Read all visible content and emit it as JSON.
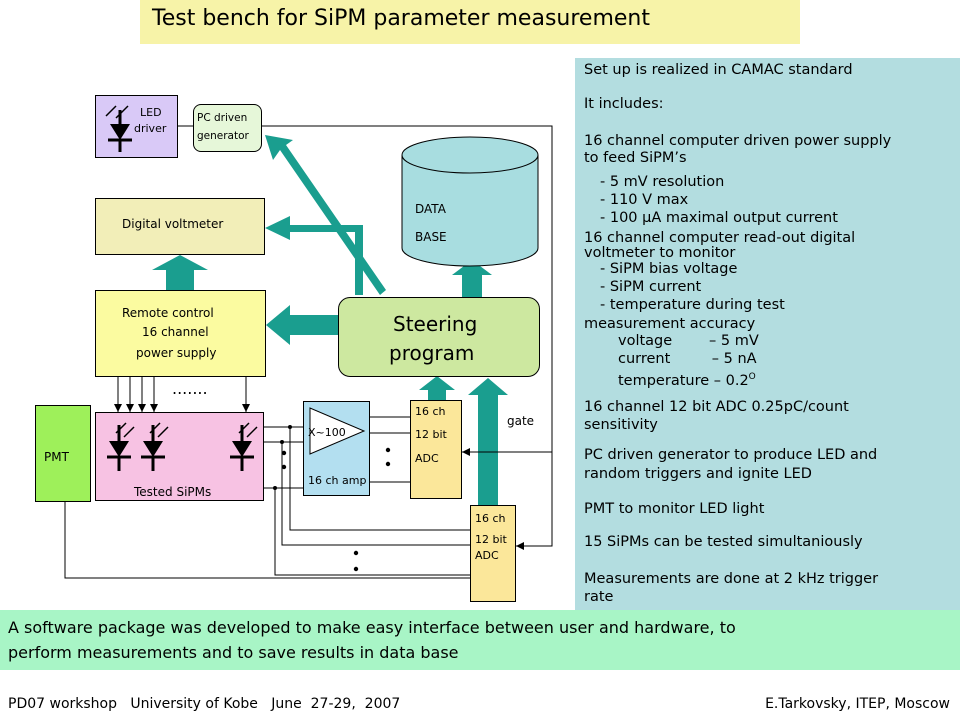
{
  "title": "Test bench for SiPM parameter measurement",
  "diagram": {
    "led_driver_line1": "LED",
    "led_driver_line2": "driver",
    "pc_gen_line1": "PC driven",
    "pc_gen_line2": "generator",
    "voltmeter": "Digital voltmeter",
    "database_line1": "DATA",
    "database_line2": "BASE",
    "power_supply_line1": "Remote control",
    "power_supply_line2": "16 channel",
    "power_supply_line3": "power supply",
    "steering_line1": "Steering",
    "steering_line2": "program",
    "dots": ".......",
    "pmt": "PMT",
    "tested_sipms": "Tested SiPMs",
    "amp_gain": "X~100",
    "amp_label": "16 ch amp",
    "adc1_line1": "16 ch",
    "adc1_line2": "12 bit",
    "adc1_line3": "ADC",
    "adc2_line1": "16 ch",
    "adc2_line2": "12 bit",
    "adc2_line3": "ADC",
    "gate": "gate"
  },
  "right_panel": {
    "l1": "Set up is realized in CAMAC standard",
    "l2": "It includes:",
    "l3": "16 channel computer driven power supply",
    "l4": "to feed SiPM’s",
    "l5": "- 5 mV resolution",
    "l6": "- 110 V max",
    "l7": "- 100 μA maximal output current",
    "l8": "16 channel computer read-out digital",
    "l9": "voltmeter to monitor",
    "l10": "- SiPM bias voltage",
    "l11": "- SiPM current",
    "l12": "- temperature during test",
    "l13": "measurement accuracy",
    "l14": "voltage        – 5 mV",
    "l15": "current         – 5 nA",
    "l16": "temperature – 0.2",
    "l16_sup": "O",
    "l17": "16 channel 12 bit ADC 0.25pC/count",
    "l18": "sensitivity",
    "l19": "PC driven generator to produce LED and",
    "l20": "random triggers and ignite LED",
    "l21": "PMT to monitor LED light",
    "l22": "15 SiPMs can be tested simultaniously",
    "l23": "Measurements are done at 2 kHz trigger",
    "l24": "rate"
  },
  "bottom_note": {
    "line1": "A software package was developed to make easy interface between user and hardware, to",
    "line2": "perform measurements and to save results in data base"
  },
  "footer": {
    "left": "PD07 workshop   University of Kobe   June  27-29,  2007",
    "right": "E.Tarkovsky, ITEP, Moscow"
  },
  "colors": {
    "title_bg": "#f7f3a8",
    "led_box": "#d9c9f7",
    "pc_gen": "#e6f7d9",
    "voltmeter": "#f2eeb8",
    "database": "#a8dde0",
    "power_supply": "#fbfba0",
    "steering": "#cde8a0",
    "pmt": "#9ef05a",
    "sipm_box": "#f7c2e3",
    "amp": "#b3dff0",
    "adc": "#fbe79a",
    "arrow_teal": "#1a9e8f",
    "right_panel": "#b3dde0",
    "bottom_note": "#a8f5c6"
  }
}
